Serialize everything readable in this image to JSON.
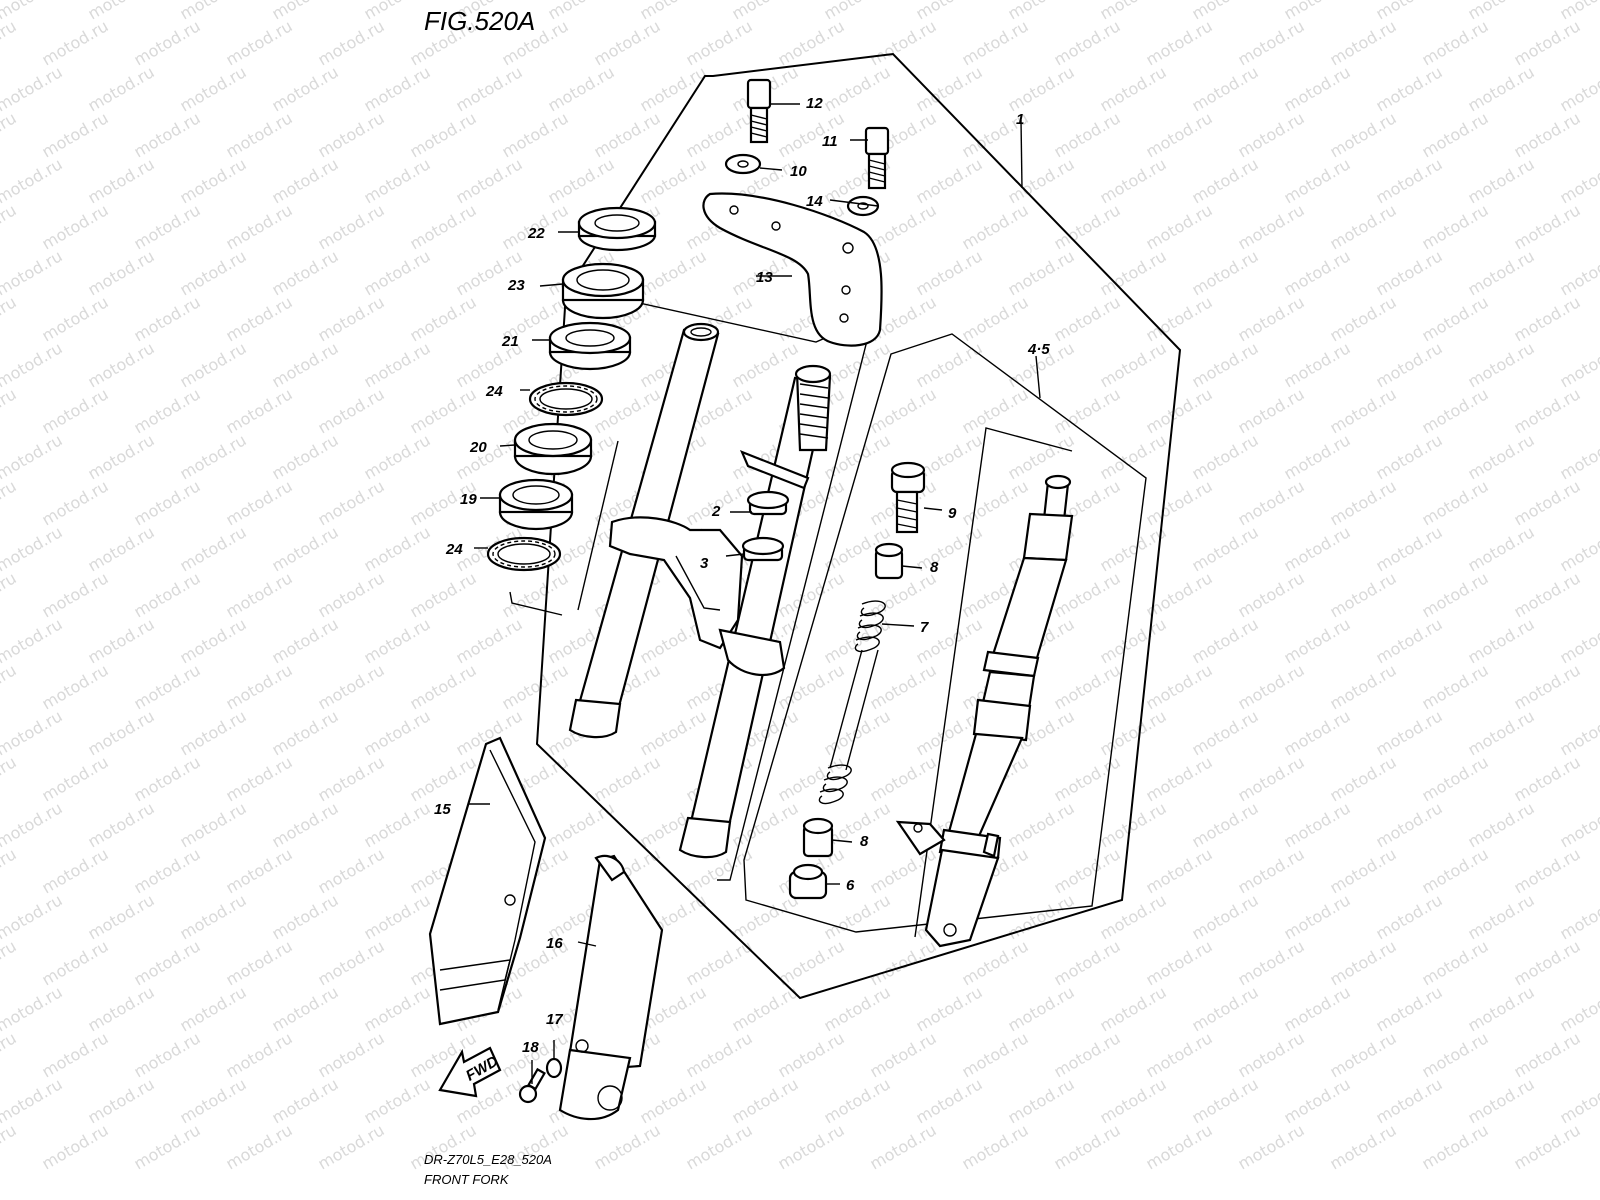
{
  "figure": {
    "title": "FIG.520A",
    "model_code": "DR-Z70L5_E28_520A",
    "caption": "FRONT FORK",
    "watermark": "motod.ru",
    "fwd_label": "FWD"
  },
  "callouts": [
    {
      "id": "c1",
      "text": "1"
    },
    {
      "id": "c2",
      "text": "2"
    },
    {
      "id": "c3",
      "text": "3"
    },
    {
      "id": "c45",
      "text": "4·5"
    },
    {
      "id": "c6",
      "text": "6"
    },
    {
      "id": "c7",
      "text": "7"
    },
    {
      "id": "c8a",
      "text": "8"
    },
    {
      "id": "c8b",
      "text": "8"
    },
    {
      "id": "c9",
      "text": "9"
    },
    {
      "id": "c10",
      "text": "10"
    },
    {
      "id": "c11",
      "text": "11"
    },
    {
      "id": "c12",
      "text": "12"
    },
    {
      "id": "c13",
      "text": "13"
    },
    {
      "id": "c14",
      "text": "14"
    },
    {
      "id": "c15",
      "text": "15"
    },
    {
      "id": "c16",
      "text": "16"
    },
    {
      "id": "c17",
      "text": "17"
    },
    {
      "id": "c18",
      "text": "18"
    },
    {
      "id": "c19",
      "text": "19"
    },
    {
      "id": "c20",
      "text": "20"
    },
    {
      "id": "c21",
      "text": "21"
    },
    {
      "id": "c22",
      "text": "22"
    },
    {
      "id": "c23",
      "text": "23"
    },
    {
      "id": "c24a",
      "text": "24"
    },
    {
      "id": "c24b",
      "text": "24"
    }
  ]
}
